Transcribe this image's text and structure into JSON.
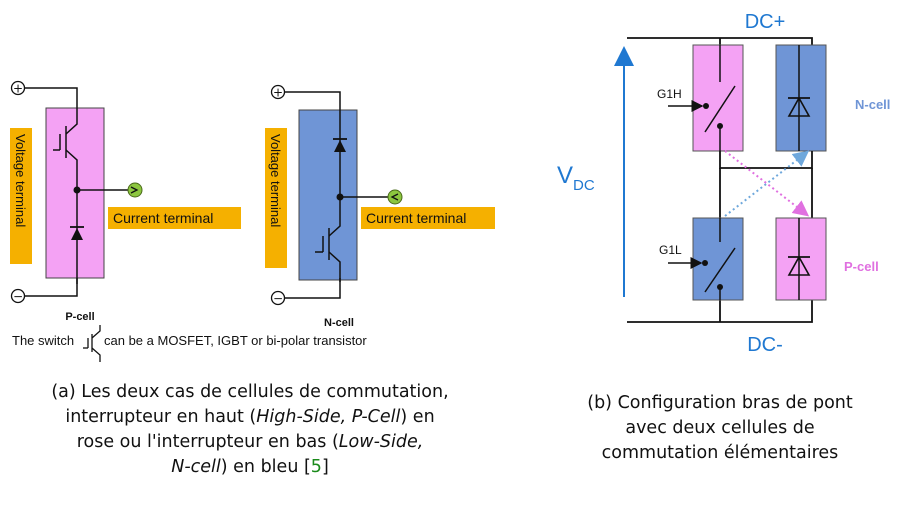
{
  "left_figure": {
    "voltage_terminal_label": "Voltage terminal",
    "current_terminal_label": "Current terminal",
    "p_cell_label": "P-cell",
    "n_cell_label": "N-cell",
    "switch_note_before": "The switch",
    "switch_note_after": "can be a MOSFET, IGBT or bi-polar transistor",
    "plus_symbol": "+",
    "minus_symbol": "−"
  },
  "right_figure": {
    "dc_plus": "DC+",
    "dc_minus": "DC-",
    "vdc_main": "V",
    "vdc_sub": "DC",
    "g1h": "G1H",
    "g1l": "G1L",
    "n_cell_label": "N-cell",
    "p_cell_label": "P-cell"
  },
  "captions": {
    "a_line1": "(a) Les deux cas de cellules de commutation,",
    "a_line2_pre": "interrupteur en haut (",
    "a_line2_it": "High-Side, P-Cell",
    "a_line2_post": ") en",
    "a_line3_pre": "rose ou l'interrupteur en bas (",
    "a_line3_it": "Low-Side,",
    "a_line4_it": "N-cell",
    "a_line4_mid": ") en bleu [",
    "a_line4_ref": "5",
    "a_line4_end": "]",
    "b_line1": "(b) Configuration bras de pont",
    "b_line2": "avec deux cellules de",
    "b_line3": "commutation élémentaires"
  },
  "colors": {
    "p_cell_fill": "#f4a2f4",
    "n_cell_fill": "#6f95d6",
    "terminal_fill": "#f5b000",
    "current_node_fill": "#8cc63f",
    "dc_label_color": "#1f78d1",
    "arrow_pink": "#e070e0",
    "arrow_blue": "#6fa8dc"
  }
}
